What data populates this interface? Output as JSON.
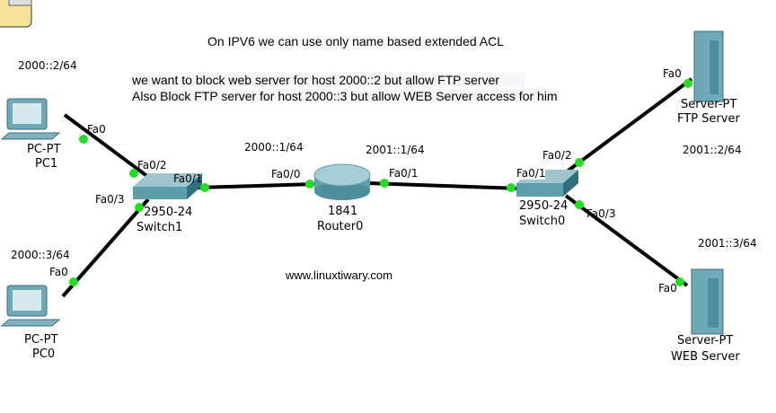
{
  "notes": {
    "title": "On IPV6 we can use only name based extended ACL",
    "line1": "we want to block web server for host 2000::2 but allow FTP server",
    "line2": "Also Block FTP server for host 2000::3 but allow WEB Server access for him",
    "website": "www.linuxtiwary.com"
  },
  "addresses": {
    "pc1": "2000::2/64",
    "pc0": "2000::3/64",
    "router_fa00": "2000::1/64",
    "router_fa01": "2001::1/64",
    "ftp": "2001::2/64",
    "web": "2001::3/64"
  },
  "devices": {
    "pc1": {
      "model": "PC-PT",
      "name": "PC1",
      "port": "Fa0"
    },
    "pc0": {
      "model": "PC-PT",
      "name": "PC0",
      "port": "Fa0"
    },
    "switch1": {
      "model": "2950-24",
      "name": "Switch1",
      "p1": "Fa0/1",
      "p2": "Fa0/2",
      "p3": "Fa0/3"
    },
    "router0": {
      "model": "1841",
      "name": "Router0",
      "p0": "Fa0/0",
      "p1": "Fa0/1"
    },
    "switch0": {
      "model": "2950-24",
      "name": "Switch0",
      "p1": "Fa0/1",
      "p2": "Fa0/2",
      "p3": "Fa0/3"
    },
    "ftp": {
      "model": "Server-PT",
      "name": "FTP Server",
      "port": "Fa0"
    },
    "web": {
      "model": "Server-PT",
      "name": "WEB Server",
      "port": "Fa0"
    }
  },
  "colors": {
    "link": "#000000",
    "port_up": "#22dd22",
    "device": "#5f9eab"
  }
}
